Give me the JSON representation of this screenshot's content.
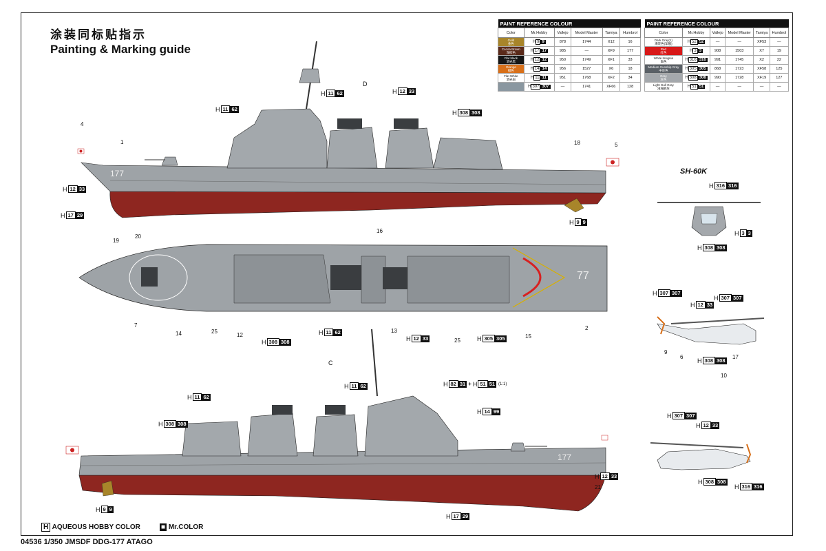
{
  "title_cn": "涂装同标贴指示",
  "title_en": "Painting & Marking guide",
  "table_header": "PAINT REFERENCE COLOUR",
  "columns": [
    "Color",
    "Mr.Hobby",
    "Vallejo",
    "Model Master",
    "Tamiya",
    "Humbrol"
  ],
  "table_left": [
    {
      "name": "Gold",
      "cn": "金色",
      "color": "#a8852a",
      "code": "9",
      "vallejo": "878",
      "mm": "1744",
      "tamiya": "X12",
      "humbrol": "16"
    },
    {
      "name": "Cocoa Brown",
      "cn": "深棕色",
      "color": "#5a2a1a",
      "code": "17",
      "vallejo": "985",
      "mm": "—",
      "tamiya": "XF9",
      "humbrol": "177"
    },
    {
      "name": "Flat black",
      "cn": "消光黑",
      "color": "#161616",
      "code": "12",
      "vallejo": "950",
      "mm": "1749",
      "tamiya": "XF1",
      "humbrol": "33"
    },
    {
      "name": "Orange",
      "cn": "橙色",
      "color": "#d8701a",
      "code": "14",
      "vallejo": "956",
      "mm": "1527",
      "tamiya": "X6",
      "humbrol": "18"
    },
    {
      "name": "Flat White",
      "cn": "消光白",
      "color": "#ffffff",
      "code": "11",
      "vallejo": "951",
      "mm": "1768",
      "tamiya": "XF2",
      "humbrol": "34"
    },
    {
      "name": "",
      "cn": "",
      "color": "#8a97a0",
      "code": "307",
      "vallejo": "—",
      "mm": "1741",
      "tamiya": "XF66",
      "humbrol": "128"
    }
  ],
  "table_right": [
    {
      "name": "Dark Gray(1)",
      "cn": "海灰色(军舰)",
      "color": "#ffffff",
      "code": "52",
      "vallejo": "—",
      "mm": "—",
      "tamiya": "XF53",
      "humbrol": "—"
    },
    {
      "name": "Red",
      "cn": "红色",
      "color": "#d81818",
      "code": "3",
      "vallejo": "908",
      "mm": "1503",
      "tamiya": "X7",
      "humbrol": "19"
    },
    {
      "name": "White Insignia",
      "cn": "白色",
      "color": "#ffffff",
      "code": "316",
      "vallejo": "991",
      "mm": "1745",
      "tamiya": "X2",
      "humbrol": "22"
    },
    {
      "name": "Medium Gunship Gray",
      "cn": "中灰色",
      "color": "#5a6066",
      "code": "305",
      "vallejo": "868",
      "mm": "1723",
      "tamiya": "XF58",
      "humbrol": "125"
    },
    {
      "name": "Gray",
      "cn": "灰色",
      "color": "#a4a8ac",
      "code": "308",
      "vallejo": "990",
      "mm": "1728",
      "tamiya": "XF19",
      "humbrol": "127"
    },
    {
      "name": "Light Gull Gray",
      "cn": "浅海鸥灰",
      "color": "#ffffff",
      "code": "51",
      "vallejo": "—",
      "mm": "—",
      "tamiya": "—",
      "humbrol": "—"
    }
  ],
  "hull_number": "177",
  "deck_number": "77",
  "heli_title": "SH-60K",
  "legend": {
    "aqueous": "AQUEOUS HOBBY COLOR",
    "mr": "Mr.COLOR"
  },
  "footer": "04536   1/350 JMSDF DDG-177 ATAGO",
  "callouts": {
    "h11_62": "62",
    "h12_33": "33",
    "h308": "308",
    "h17_29": "29",
    "h9_9": "9",
    "h3_3": "3",
    "h316_316": "316",
    "h307_307": "307",
    "h305_305": "305",
    "h14_99": "99",
    "h82_31": "31",
    "h51_51": "51",
    "scale_note": "(1:1)",
    "code_d": "D",
    "code_c": "C"
  },
  "labels": [
    "1",
    "2",
    "4",
    "5",
    "6",
    "7",
    "9",
    "10",
    "12",
    "13",
    "14",
    "15",
    "16",
    "17",
    "18",
    "19",
    "20",
    "21",
    "25",
    "25"
  ],
  "colors": {
    "hull_gray": "#9ea3a7",
    "deck_gray": "#8d9296",
    "red_hull": "#8e2620",
    "super_gray": "#a3a8ac",
    "dark": "#4a4e52"
  }
}
